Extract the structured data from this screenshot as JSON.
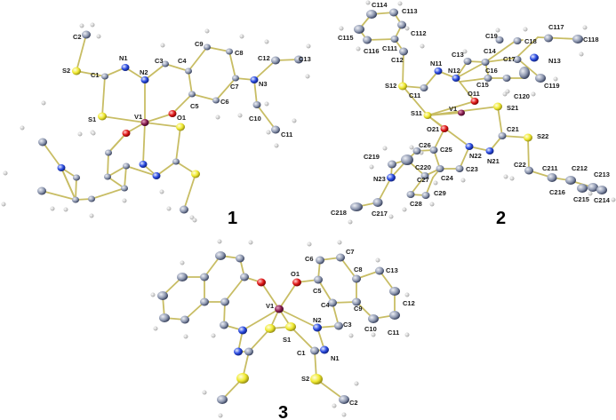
{
  "figure": {
    "description": "ORTEP views of three vanadium complexes",
    "colors": {
      "carbon": "#7c86a0",
      "nitrogen": "#1f3fd0",
      "oxygen": "#e01818",
      "sulfur": "#f0ea30",
      "vanadium": "#8a2050",
      "hydrogen": "#d8d8d8",
      "bond": "#c8bd64"
    },
    "structures": [
      {
        "number": "1",
        "labels": [
          "C2",
          "S2",
          "N1",
          "N2",
          "C3",
          "C4",
          "C9",
          "C8",
          "C12",
          "C13",
          "C1",
          "C7",
          "N3",
          "C5",
          "C6",
          "S1",
          "V1",
          "O1",
          "C10",
          "C11"
        ]
      },
      {
        "number": "2",
        "labels": [
          "C114",
          "C113",
          "C115",
          "C111",
          "C112",
          "C116",
          "C12",
          "C13",
          "C14",
          "C19",
          "C18",
          "C117",
          "C118",
          "N11",
          "N12",
          "C17",
          "N13",
          "C16",
          "S12",
          "C11",
          "C15",
          "C120",
          "C119",
          "O11",
          "S11",
          "V1",
          "S21",
          "O21",
          "C21",
          "S22",
          "C26",
          "C25",
          "N22",
          "N21",
          "C219",
          "C220",
          "C22",
          "C211",
          "C212",
          "C213",
          "N23",
          "C27",
          "C24",
          "C23",
          "C216",
          "C215",
          "C214",
          "C28",
          "C29",
          "C218",
          "C217"
        ]
      },
      {
        "number": "3",
        "labels": [
          "C6",
          "C7",
          "O1",
          "C8",
          "C13",
          "C5",
          "V1",
          "C4",
          "C9",
          "C12",
          "N2",
          "C3",
          "S1",
          "C10",
          "C11",
          "C1",
          "N1",
          "S2",
          "C2"
        ]
      }
    ]
  }
}
